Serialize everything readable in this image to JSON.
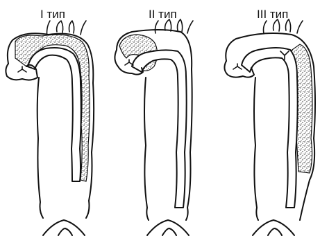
{
  "labels": {
    "type1": "I тип",
    "type2": "II тип",
    "type3": "III тип"
  },
  "figures": [
    {
      "id": "type1",
      "dissection_extent": "ascending-arch-descending"
    },
    {
      "id": "type2",
      "dissection_extent": "ascending"
    },
    {
      "id": "type3",
      "dissection_extent": "descending"
    }
  ],
  "colors": {
    "line": "#111111",
    "background": "#ffffff",
    "stipple": "#222222"
  }
}
